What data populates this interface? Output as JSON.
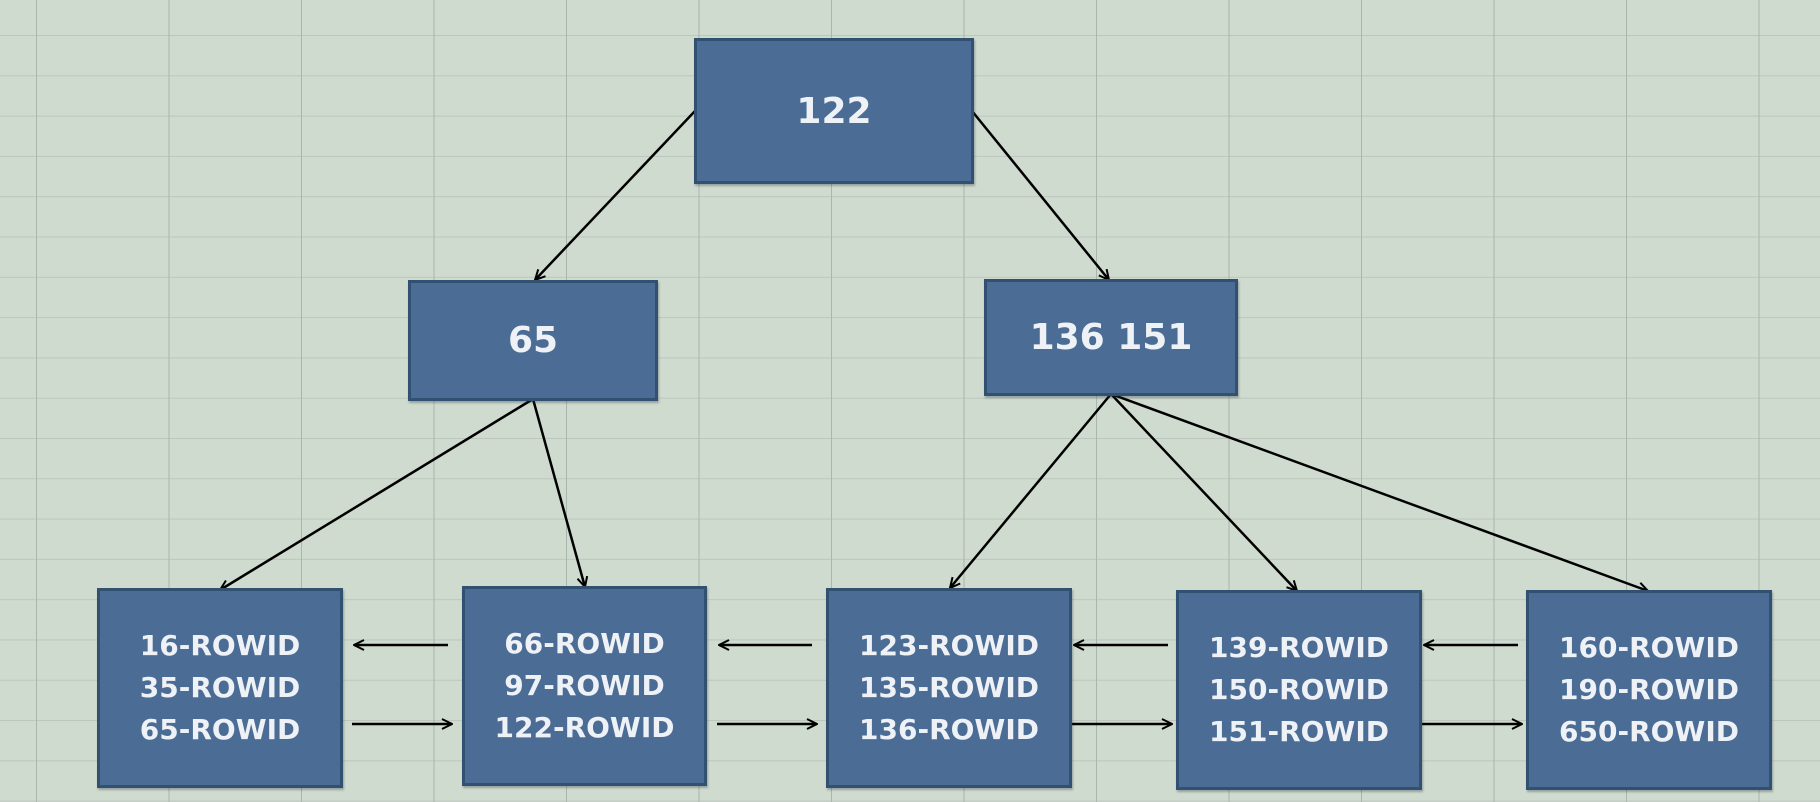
{
  "root": {
    "label": "122"
  },
  "branches": [
    {
      "label": "65"
    },
    {
      "label": "136 151"
    }
  ],
  "leaves": [
    {
      "keys": [
        "16-ROWID",
        "35-ROWID",
        "65-ROWID"
      ]
    },
    {
      "keys": [
        "66-ROWID",
        "97-ROWID",
        "122-ROWID"
      ]
    },
    {
      "keys": [
        "123-ROWID",
        "135-ROWID",
        "136-ROWID"
      ]
    },
    {
      "keys": [
        "139-ROWID",
        "150-ROWID",
        "151-ROWID"
      ]
    },
    {
      "keys": [
        "160-ROWID",
        "190-ROWID",
        "650-ROWID"
      ]
    }
  ],
  "colors": {
    "node_fill": "#4a6c95",
    "node_border": "#32506f",
    "node_text": "#eef1f5",
    "arrow": "#000000",
    "background": "#d0dbcf",
    "gridline": "#a9b6ad"
  }
}
